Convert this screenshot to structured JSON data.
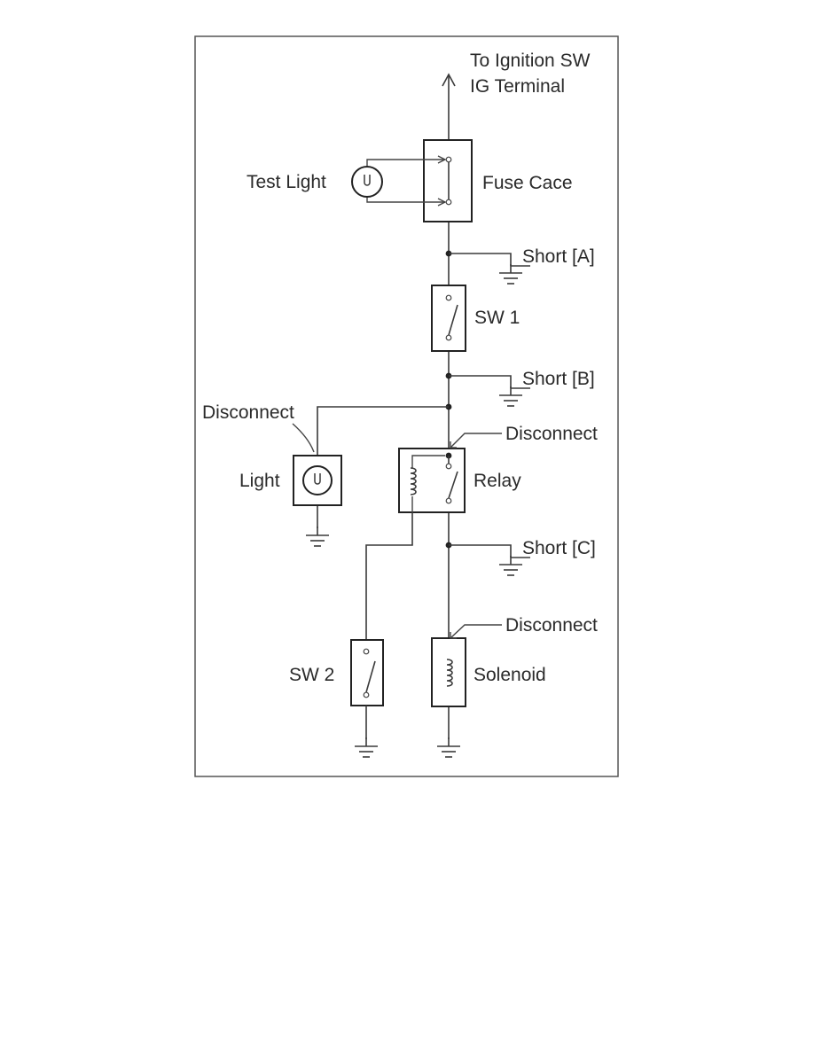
{
  "labels": {
    "ignition_line1": "To Ignition SW",
    "ignition_line2": "IG Terminal",
    "test_light": "Test Light",
    "fuse_case": "Fuse Cace",
    "short_a": "Short [A]",
    "sw1": "SW 1",
    "short_b": "Short [B]",
    "disconnect_light": "Disconnect",
    "disconnect_relay": "Disconnect",
    "light": "Light",
    "relay": "Relay",
    "short_c": "Short [C]",
    "disconnect_solenoid": "Disconnect",
    "sw2": "SW 2",
    "solenoid": "Solenoid"
  },
  "icons": {
    "ground": "ground-icon",
    "lamp": "lamp-icon",
    "coil": "coil-icon",
    "switch": "switch-icon",
    "arrow": "arrow-up-icon"
  },
  "colors": {
    "line": "#3a3a3a",
    "text": "#2a2a2a",
    "background": "#ffffff"
  }
}
